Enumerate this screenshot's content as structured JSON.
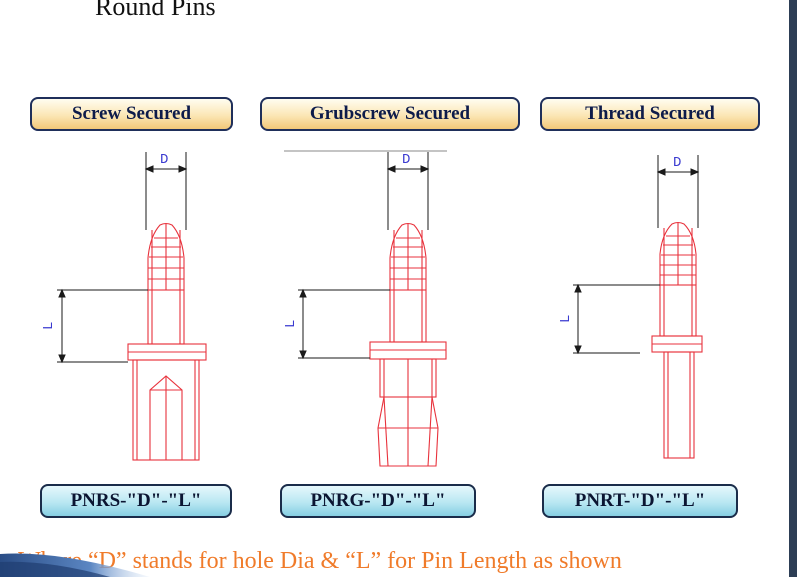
{
  "title": "Round Pins",
  "columns": [
    {
      "header": "Screw Secured",
      "code": "PNRS-\"D\"-\"L\""
    },
    {
      "header": "Grubscrew Secured",
      "code": "PNRG-\"D\"-\"L\""
    },
    {
      "header": "Thread Secured",
      "code": "PNRT-\"D\"-\"L\""
    }
  ],
  "dimension_labels": {
    "diameter": "D",
    "length": "L"
  },
  "footer_text": "Where “D” stands for hole Dia & “L” for Pin Length  as shown",
  "colors": {
    "pin_line": "#e8323c",
    "dim_line": "#1a1a1a",
    "dim_text": "#3a3ad0",
    "footer_text": "#f07b2a",
    "top_tag_fill": "#f9d894",
    "bottom_tag_fill": "#b9e7f2",
    "accent_bar": "#2d3e55"
  }
}
